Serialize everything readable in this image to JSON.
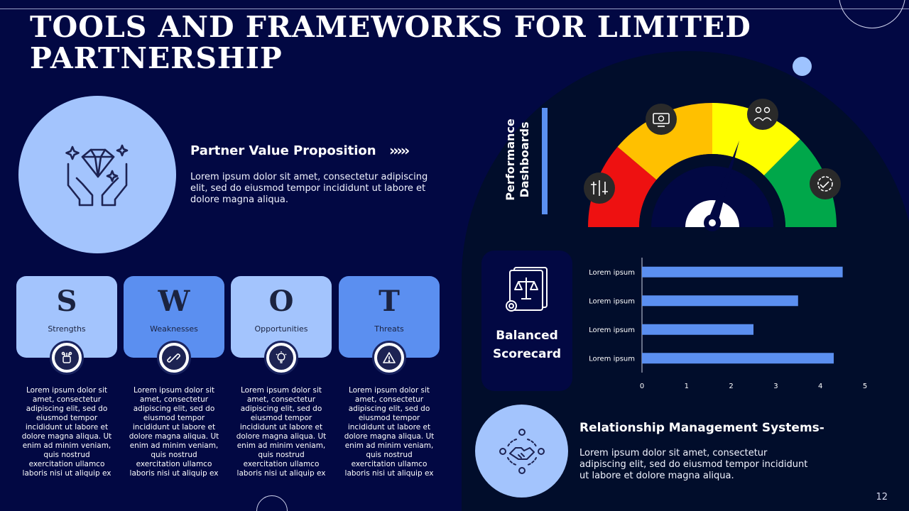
{
  "title": "TOOLS AND FRAMEWORKS FOR LIMITED PARTNERSHIP",
  "page_number": "12",
  "partner_value": {
    "title": "Partner Value Proposition",
    "arrows": "›››››",
    "text": "Lorem ipsum dolor sit amet, consectetur adipiscing elit, sed do eiusmod tempor incididunt ut labore et dolore magna aliqua."
  },
  "swot": [
    {
      "letter": "S",
      "label": "Strengths",
      "icon": "fist-icon",
      "text": "Lorem ipsum dolor sit amet, consectetur adipiscing elit, sed do eiusmod tempor incididunt ut labore et dolore magna aliqua. Ut enim ad minim veniam, quis nostrud exercitation ullamco laboris nisi ut aliquip ex"
    },
    {
      "letter": "W",
      "label": "Weaknesses",
      "icon": "broken-link-icon",
      "text": "Lorem ipsum dolor sit amet, consectetur adipiscing elit, sed do eiusmod tempor incididunt ut labore et dolore magna aliqua. Ut enim ad minim veniam, quis nostrud exercitation ullamco laboris nisi ut aliquip ex"
    },
    {
      "letter": "O",
      "label": "Opportunities",
      "icon": "lightbulb-icon",
      "text": "Lorem ipsum dolor sit amet, consectetur adipiscing elit, sed do eiusmod tempor incididunt ut labore et dolore magna aliqua. Ut enim ad minim veniam, quis nostrud exercitation ullamco laboris nisi ut aliquip ex"
    },
    {
      "letter": "T",
      "label": "Threats",
      "icon": "warning-icon",
      "text": "Lorem ipsum dolor sit amet, consectetur adipiscing elit, sed do eiusmod tempor incididunt ut labore et dolore magna aliqua. Ut enim ad minim veniam, quis nostrud exercitation ullamco laboris nisi ut aliquip ex"
    }
  ],
  "performance": {
    "label_line1": "Performance",
    "label_line2": "Dashboards",
    "gauge_colors": [
      "#ee1111",
      "#ffc000",
      "#ffff00",
      "#00a74a"
    ],
    "gauge_icons": [
      "tools-icon",
      "computer-gear-icon",
      "people-gear-icon",
      "handshake-gear-icon"
    ]
  },
  "balanced_scorecard": {
    "line1": "Balanced",
    "line2": "Scorecard",
    "icon": "scales-document-icon"
  },
  "chart_data": {
    "type": "bar",
    "orientation": "horizontal",
    "categories": [
      "Lorem ipsum",
      "Lorem ipsum",
      "Lorem ipsum",
      "Lorem ipsum"
    ],
    "values": [
      4.3,
      2.5,
      3.5,
      4.5
    ],
    "xlim": [
      0,
      5
    ],
    "xticks": [
      "0",
      "1",
      "2",
      "3",
      "4",
      "5"
    ],
    "grid": false,
    "bar_color": "#5b8ff0"
  },
  "relationship": {
    "title": "Relationship Management Systems-",
    "text": "Lorem ipsum dolor sit amet, consectetur adipiscing elit, sed do eiusmod tempor incididunt ut labore et dolore magna aliqua.",
    "icon": "network-handshake-icon"
  },
  "colors": {
    "background": "#020843",
    "panel": "#010d2b",
    "accent_light": "#a3c4fd",
    "accent": "#5b8ff0"
  }
}
